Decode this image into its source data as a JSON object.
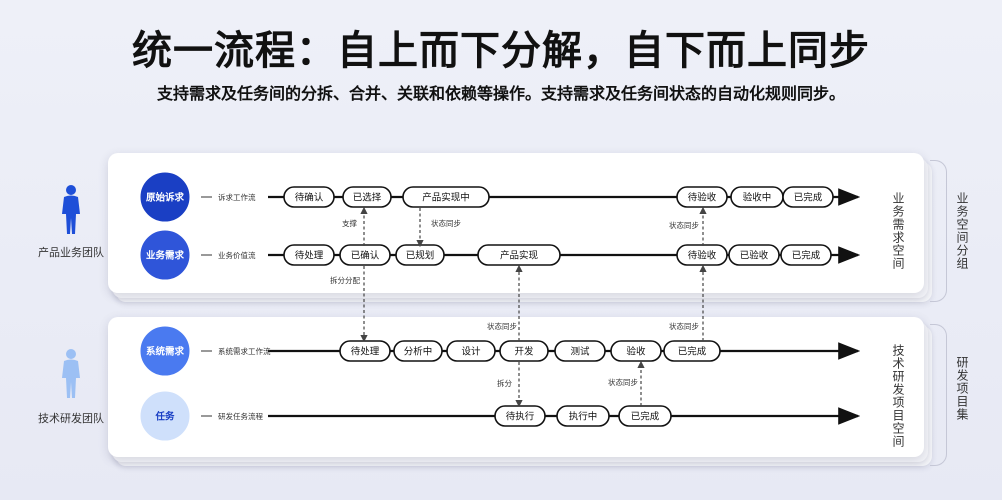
{
  "title": "统一流程：自上而下分解，自下而上同步",
  "subtitle": "支持需求及任务间的分拆、合并、关联和依赖等操作。支持需求及任务间状态的自动化规则同步。",
  "teams": {
    "product": "产品业务团队",
    "tech": "技术研发团队"
  },
  "spaces": {
    "business_space": "业务需求空间",
    "business_group": "业务空间分组",
    "tech_space": "技术研发项目空间",
    "tech_set": "研发项目集"
  },
  "lanes": [
    {
      "circle": "原始诉求",
      "flow": "诉求工作流",
      "nodes": [
        "待确认",
        "已选择",
        "产品实现中",
        "待验收",
        "验收中",
        "已完成"
      ]
    },
    {
      "circle": "业务需求",
      "flow": "业务价值流",
      "nodes": [
        "待处理",
        "已确认",
        "已规划",
        "产品实现",
        "待验收",
        "已验收",
        "已完成"
      ]
    },
    {
      "circle": "系统需求",
      "flow": "系统需求工作流",
      "nodes": [
        "待处理",
        "分析中",
        "设计",
        "开发",
        "测试",
        "验收",
        "已完成"
      ]
    },
    {
      "circle": "任务",
      "flow": "研发任务流程",
      "nodes": [
        "待执行",
        "执行中",
        "已完成"
      ]
    }
  ],
  "connectors": {
    "support": "支撑",
    "status_sync_1": "状态同步",
    "status_sync_2": "状态同步",
    "split_assign": "拆分分配",
    "status_sync_3": "状态同步",
    "status_sync_4": "状态同步",
    "split": "拆分",
    "status_sync_5": "状态同步"
  },
  "colors": {
    "circle1": "#1a3fc4",
    "circle2": "#2f55d9",
    "circle3": "#4a7af0",
    "circle4": "#cfe0fb",
    "person_dark": "#1e4fd8",
    "person_light": "#9cc0f4"
  }
}
